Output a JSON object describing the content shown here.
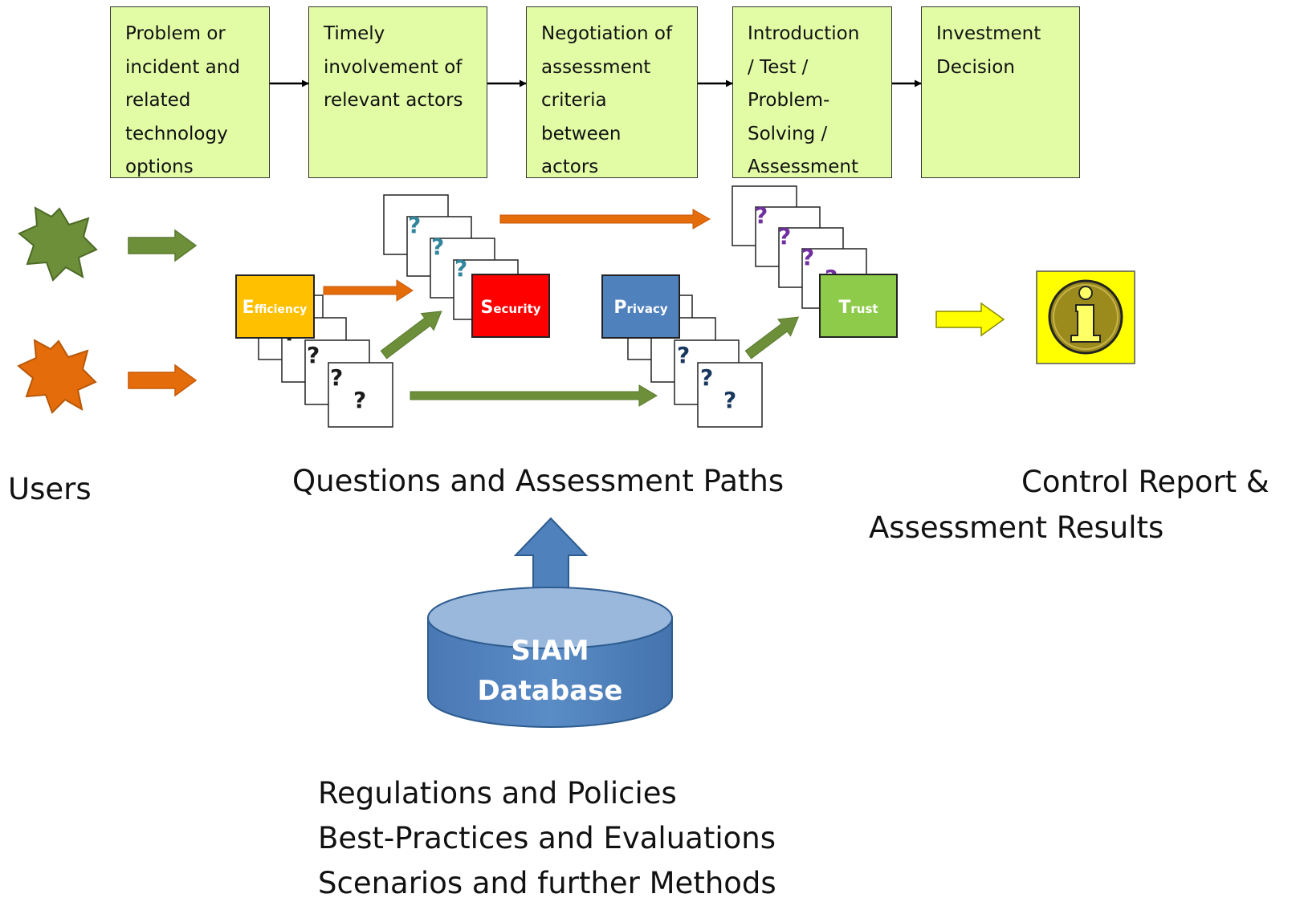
{
  "process_steps": [
    "Problem or incident and related technology options",
    "Timely involvement of relevant actors",
    "Negotiation of assessment criteria between actors",
    "Introduction / Test / Problem-Solving / Assessment",
    "Investment Decision"
  ],
  "stage_lines": [
    [
      "Problem or",
      "incident and",
      "related",
      "technology",
      "options"
    ],
    [
      "Timely",
      "involvement of",
      "relevant actors"
    ],
    [
      "Negotiation of",
      "assessment",
      "criteria",
      "between",
      "actors"
    ],
    [
      "Introduction",
      "/ Test /",
      "Problem-",
      "Solving /",
      "Assessment"
    ],
    [
      "Investment",
      "Decision"
    ]
  ],
  "criteria": {
    "efficiency": {
      "initial": "E",
      "rest": "fficiency"
    },
    "security": {
      "initial": "S",
      "rest": "ecurity"
    },
    "privacy": {
      "initial": "P",
      "rest": "rivacy"
    },
    "trust": {
      "initial": "T",
      "rest": "rust"
    }
  },
  "question_mark": "?",
  "database": {
    "line1": "SIAM",
    "line2": "Database"
  },
  "labels": {
    "users": "Users",
    "questions_paths": "Questions and Assessment Paths",
    "results_line1": "Control Report &",
    "results_line2": "Assessment Results"
  },
  "sources": [
    "Regulations and Policies",
    "Best-Practices and Evaluations",
    "Scenarios and further Methods"
  ],
  "colors": {
    "stage_fill": "#e2fca6",
    "user_green": "#6d8f3a",
    "user_orange": "#e46c0a",
    "efficiency": "#ffc000",
    "security": "#ff0000",
    "privacy": "#4f81bd",
    "trust": "#8fcb4a",
    "arrow_green": "#6d8f3a",
    "arrow_orange": "#e46c0a",
    "arrow_yellow": "#ffff00",
    "info_box": "#ffff00",
    "info_circle": "#9b8b1c",
    "database_blue": "#4f81bd",
    "question_teal": "#31859c",
    "question_purple": "#7030a0",
    "question_black": "#1a1a1a",
    "question_navy": "#17375e"
  },
  "icons": [
    "user-star-icon",
    "info-icon",
    "database-icon",
    "up-arrow-icon"
  ]
}
